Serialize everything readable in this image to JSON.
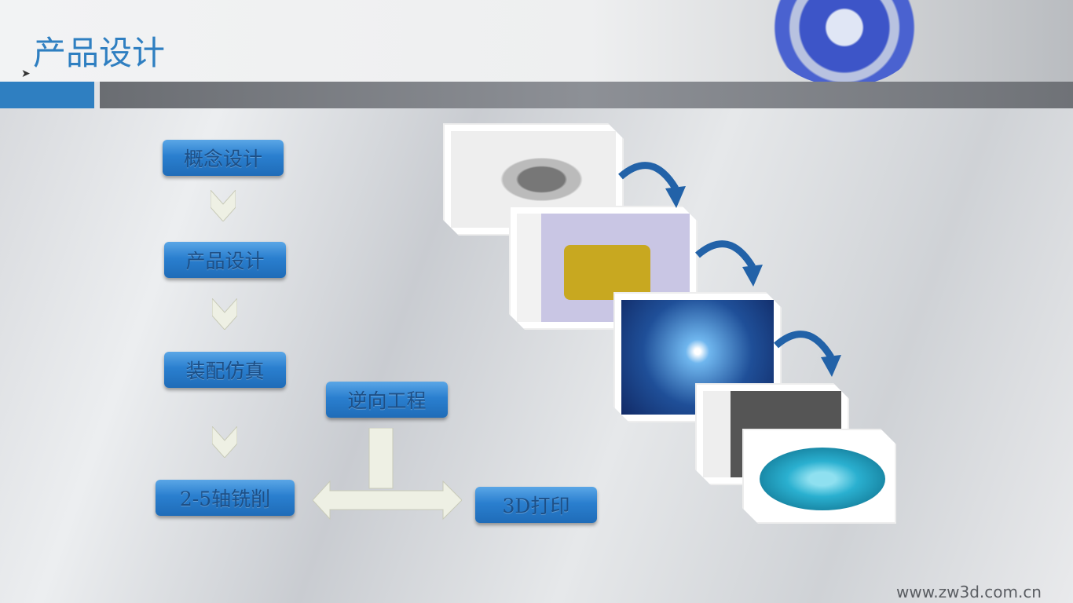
{
  "slide": {
    "title": "产品设计",
    "website": "www.zw3d.com.cn"
  },
  "flow": {
    "concept": "概念设计",
    "product": "产品设计",
    "assembly": "装配仿真",
    "milling": "2-5轴铣削",
    "reverse": "逆向工程",
    "printing": "3D打印"
  },
  "colors": {
    "accent": "#2f7fc1",
    "button": "#2a7fcf"
  }
}
